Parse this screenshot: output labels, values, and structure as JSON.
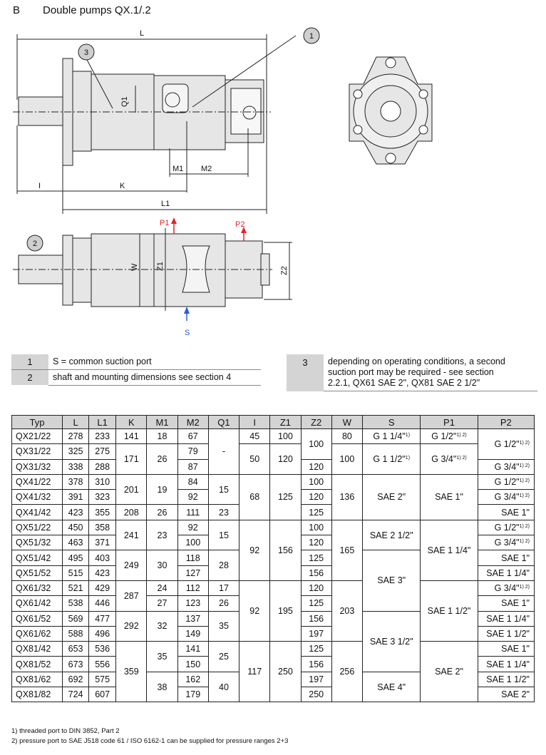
{
  "header": {
    "letter": "B",
    "title": "Double pumps QX.1/.2"
  },
  "drawing": {
    "callouts": [
      "1",
      "3",
      "2"
    ],
    "dim_labels": [
      "L",
      "L1",
      "K",
      "I",
      "M1",
      "M2",
      "Q1",
      "W",
      "Z1",
      "Z2"
    ],
    "port_labels": {
      "p1": "P1",
      "p2": "P2",
      "s": "S"
    },
    "colors": {
      "p1": "#e0242c",
      "p2": "#e0242c",
      "s": "#2a5fd8",
      "fill": "#e6e6e6",
      "line": "#222222"
    }
  },
  "legend": [
    {
      "num": "1",
      "text": "S = common suction port"
    },
    {
      "num": "2",
      "text": "shaft and mounting dimensions see section 4"
    },
    {
      "num": "3",
      "lines": [
        "depending on operating conditions, a second",
        "suction port may be required - see section",
        "2.2.1, QX61 SAE 2\", QX81 SAE 2 1/2\""
      ]
    }
  ],
  "table": {
    "headers": [
      "Typ",
      "L",
      "L1",
      "K",
      "M1",
      "M2",
      "Q1",
      "I",
      "Z1",
      "Z2",
      "W",
      "S",
      "P1",
      "P2"
    ],
    "types": [
      "QX21/22",
      "QX31/22",
      "QX31/32",
      "QX41/22",
      "QX41/32",
      "QX41/42",
      "QX51/22",
      "QX51/32",
      "QX51/42",
      "QX51/52",
      "QX61/32",
      "QX61/42",
      "QX61/52",
      "QX61/62",
      "QX81/42",
      "QX81/52",
      "QX81/62",
      "QX81/82"
    ],
    "L": [
      "278",
      "325",
      "338",
      "378",
      "391",
      "423",
      "450",
      "463",
      "495",
      "515",
      "521",
      "538",
      "569",
      "588",
      "653",
      "673",
      "692",
      "724"
    ],
    "L1": [
      "233",
      "275",
      "288",
      "310",
      "323",
      "355",
      "358",
      "371",
      "403",
      "423",
      "429",
      "446",
      "477",
      "496",
      "536",
      "556",
      "575",
      "607"
    ],
    "M2": [
      "67",
      "79",
      "87",
      "84",
      "92",
      "111",
      "92",
      "100",
      "118",
      "127",
      "112",
      "123",
      "137",
      "149",
      "141",
      "150",
      "162",
      "179"
    ],
    "K": [
      "141",
      "171",
      "201",
      "208",
      "241",
      "249",
      "287",
      "292",
      "359"
    ],
    "M1": [
      "18",
      "26",
      "19",
      "26",
      "23",
      "30",
      "24",
      "27",
      "32",
      "35",
      "38"
    ],
    "Q1": [
      "-",
      "15",
      "23",
      "15",
      "28",
      "17",
      "26",
      "35",
      "25",
      "40"
    ],
    "I": [
      "45",
      "50",
      "68",
      "92",
      "92",
      "117"
    ],
    "Z1": [
      "100",
      "120",
      "125",
      "156",
      "195",
      "250"
    ],
    "Z2": [
      "100",
      "120",
      "100",
      "120",
      "125",
      "100",
      "120",
      "125",
      "156",
      "120",
      "125",
      "156",
      "197",
      "125",
      "156",
      "197",
      "250"
    ],
    "W": [
      "80",
      "100",
      "136",
      "165",
      "203",
      "256"
    ],
    "S": [
      "G 1 1/4\"",
      "G 1 1/2\"",
      "SAE 2\"",
      "SAE 2 1/2\"",
      "SAE 3\"",
      "SAE 3 1/2\"",
      "SAE 4\""
    ],
    "P1": [
      "G 1/2\"",
      "G 3/4\"",
      "SAE 1\"",
      "SAE 1 1/4\"",
      "SAE 1 1/2\"",
      "SAE 2\""
    ],
    "P2": [
      "G 1/2\"",
      "G 3/4\"",
      "G 1/2\"",
      "G 3/4\"",
      "SAE 1\"",
      "G 1/2\"",
      "G 3/4\"",
      "SAE 1\"",
      "SAE 1 1/4\"",
      "G 3/4\"",
      "SAE 1\"",
      "SAE 1 1/4\"",
      "SAE 1 1/2\"",
      "SAE 1\"",
      "SAE 1 1/4\"",
      "SAE 1 1/2\"",
      "SAE 2\""
    ],
    "sup": "1) 2)",
    "sup1": "1)"
  },
  "footnotes": [
    "1) threaded port to DIN 3852, Part 2",
    "2) pressure port to SAE J518 code 61 / ISO 6162-1 can be supplied for pressure ranges 2+3"
  ]
}
